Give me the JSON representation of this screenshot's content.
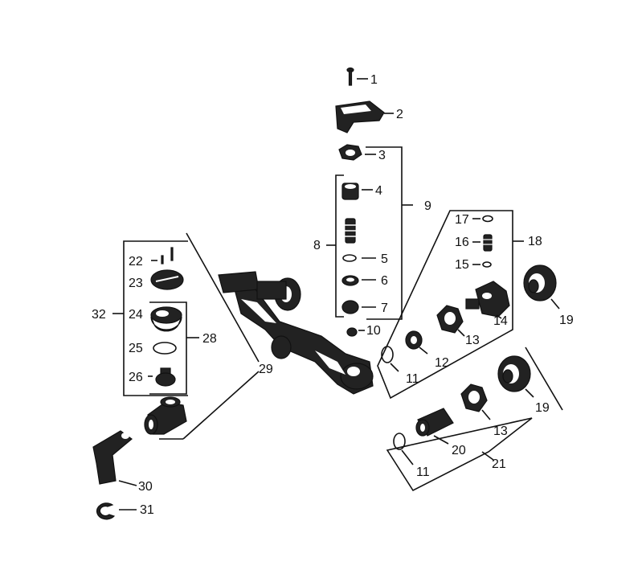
{
  "diagram": {
    "labels": [
      "1",
      "2",
      "3",
      "4",
      "5",
      "6",
      "7",
      "8",
      "9",
      "10",
      "11",
      "12",
      "13",
      "14",
      "15",
      "16",
      "17",
      "18",
      "19",
      "20",
      "21",
      "22",
      "23",
      "24",
      "25",
      "26",
      "28",
      "29",
      "30",
      "31",
      "32",
      "11",
      "13",
      "19"
    ]
  },
  "colors": {
    "ink": "#111111",
    "paper": "#ffffff"
  }
}
